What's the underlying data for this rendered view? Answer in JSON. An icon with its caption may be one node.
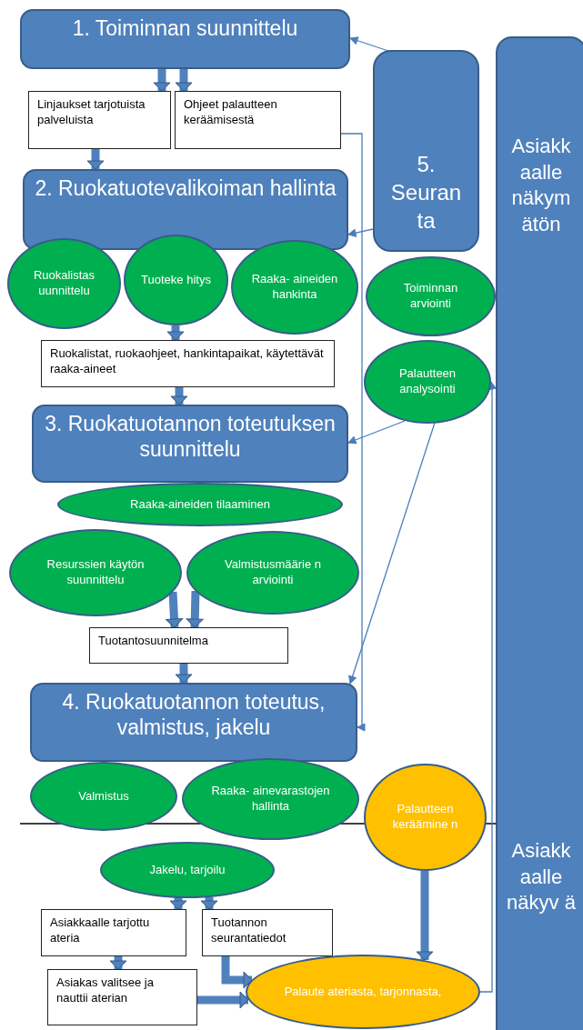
{
  "diagram": {
    "nodes": [
      {
        "text": [
          "1. Toiminnan suunnittelu"
        ]
      },
      {
        "text": [
          "Linjaukset tarjotuista palveluista"
        ]
      },
      {
        "text": [
          "Ohjeet palautteen keräämisestä"
        ]
      },
      {
        "text": [
          "2. Ruokatuotevalikoiman hallinta"
        ]
      },
      {
        "text": [
          "Ruokalistas uunnittelu"
        ]
      },
      {
        "text": [
          "Tuoteke hitys"
        ]
      },
      {
        "text": [
          "Raaka- aineiden hankinta"
        ]
      },
      {
        "text": [
          "Ruokalistat, ruokaohjeet, hankintapaikat, käytettävät raaka-aineet"
        ]
      },
      {
        "text": [
          "3. Ruokatuotannon toteutuksen suunnittelu"
        ]
      },
      {
        "text": [
          "Raaka-aineiden tilaaminen"
        ]
      },
      {
        "text": [
          "Resurssien käytön suunnittelu"
        ]
      },
      {
        "text": [
          "Valmistusmäärie n arviointi"
        ]
      },
      {
        "text": [
          "Tuotantosuunnitelma"
        ]
      },
      {
        "text": [
          "4. Ruokatuotannon toteutus, valmistus, jakelu"
        ]
      },
      {
        "text": [
          "Valmistus"
        ]
      },
      {
        "text": [
          "Raaka- ainevarastojen hallinta"
        ]
      },
      {
        "text": [
          "Palautteen keräämine n"
        ]
      },
      {
        "text": [
          "Jakelu, tarjoilu"
        ]
      },
      {
        "text": [
          "Asiakkaalle tarjottu ateria"
        ]
      },
      {
        "text": [
          "Tuotannon seurantatiedot"
        ]
      },
      {
        "text": [
          "Asiakas valitsee ja nauttii aterian"
        ]
      },
      {
        "text": [
          "Palaute ateriasta, tarjonnasta,"
        ]
      },
      {
        "text": [
          "5. Seuran ta"
        ]
      },
      {
        "text": [
          "Toiminnan arviointi"
        ]
      },
      {
        "text": [
          "Palautteen analysointi"
        ]
      },
      {
        "text": [
          "Asiakk aalle näkym ätön",
          "Asiakk aalle näkyv ä"
        ]
      }
    ],
    "edges": [
      {
        "from": 0,
        "to": 1,
        "arrow": "to"
      },
      {
        "from": 0,
        "to": 2,
        "arrow": "to"
      },
      {
        "from": 1,
        "to": 3,
        "arrow": "to"
      },
      {
        "from": 5,
        "to": 7,
        "arrow": "to"
      },
      {
        "from": 7,
        "to": 8,
        "arrow": "to"
      },
      {
        "from": 10,
        "to": 12,
        "arrow": "to"
      },
      {
        "from": 11,
        "to": 12,
        "arrow": "to"
      },
      {
        "from": 12,
        "to": 13,
        "arrow": "to"
      },
      {
        "from": 17,
        "to": 18,
        "arrow": "to"
      },
      {
        "from": 17,
        "to": 19,
        "arrow": "to"
      },
      {
        "from": 18,
        "to": 20,
        "arrow": "to"
      },
      {
        "from": 19,
        "to": 21,
        "arrow": "to"
      },
      {
        "from": 20,
        "to": 21,
        "arrow": "to"
      },
      {
        "from": 16,
        "to": 21,
        "arrow": "to"
      },
      {
        "from": 22,
        "to": 0,
        "arrow": "to"
      },
      {
        "from": 22,
        "to": 3,
        "arrow": "to"
      },
      {
        "from": 24,
        "to": 8,
        "arrow": "to"
      },
      {
        "from": 24,
        "to": 13,
        "arrow": "to"
      },
      {
        "from": 2,
        "to": 13,
        "arrow": "to"
      },
      {
        "from": 21,
        "to": 24,
        "arrow": "to"
      }
    ]
  }
}
